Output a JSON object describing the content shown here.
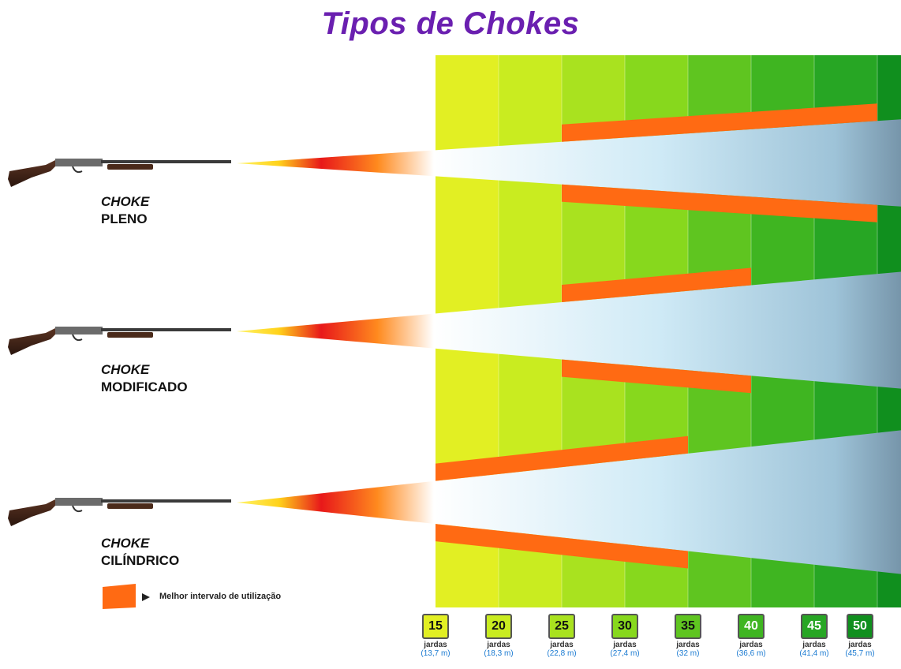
{
  "title": "Tipos de Chokes",
  "colors": {
    "title": "#6a1fb0",
    "orange_band": "#ff6a13",
    "zone_colors": [
      "#e2ef23",
      "#c9ec20",
      "#a9e21f",
      "#87d81d",
      "#5fc520",
      "#3fb521",
      "#27a624",
      "#108f1e"
    ]
  },
  "chokes": [
    {
      "label_line1": "CHOKE",
      "label_line2": "PLENO",
      "best_range_from_yards": 25,
      "best_range_to_yards": 50
    },
    {
      "label_line1": "CHOKE",
      "label_line2": "MODIFICADO",
      "best_range_from_yards": 25,
      "best_range_to_yards": 40
    },
    {
      "label_line1": "CHOKE",
      "label_line2": "CILÍNDRICO",
      "best_range_from_yards": 15,
      "best_range_to_yards": 35
    }
  ],
  "legend": {
    "text": "Melhor intervalo de utilização"
  },
  "distances": [
    {
      "yards": "15",
      "unit": "jardas",
      "meters": "(13,7 m)"
    },
    {
      "yards": "20",
      "unit": "jardas",
      "meters": "(18,3 m)"
    },
    {
      "yards": "25",
      "unit": "jardas",
      "meters": "(22,8 m)"
    },
    {
      "yards": "30",
      "unit": "jardas",
      "meters": "(27,4 m)"
    },
    {
      "yards": "35",
      "unit": "jardas",
      "meters": "(32 m)"
    },
    {
      "yards": "40",
      "unit": "jardas",
      "meters": "(36,6 m)"
    },
    {
      "yards": "45",
      "unit": "jardas",
      "meters": "(41,4 m)"
    },
    {
      "yards": "50",
      "unit": "jardas",
      "meters": "(45,7 m)"
    }
  ]
}
